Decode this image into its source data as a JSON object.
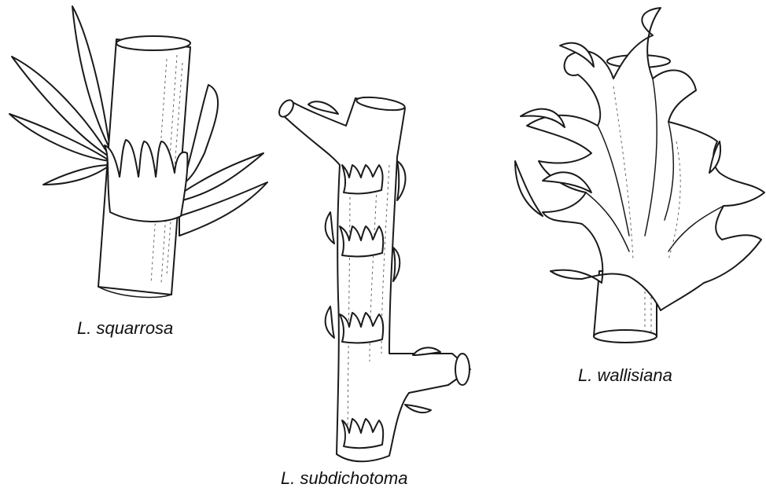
{
  "specimens": [
    {
      "id": "squarrosa",
      "label": "L. squarrosa"
    },
    {
      "id": "subdichotoma",
      "label": "L. subdichotoma"
    },
    {
      "id": "wallisiana",
      "label": "L. wallisiana"
    }
  ],
  "colors": {
    "ink": "#1a1a1a",
    "paper": "#ffffff"
  }
}
